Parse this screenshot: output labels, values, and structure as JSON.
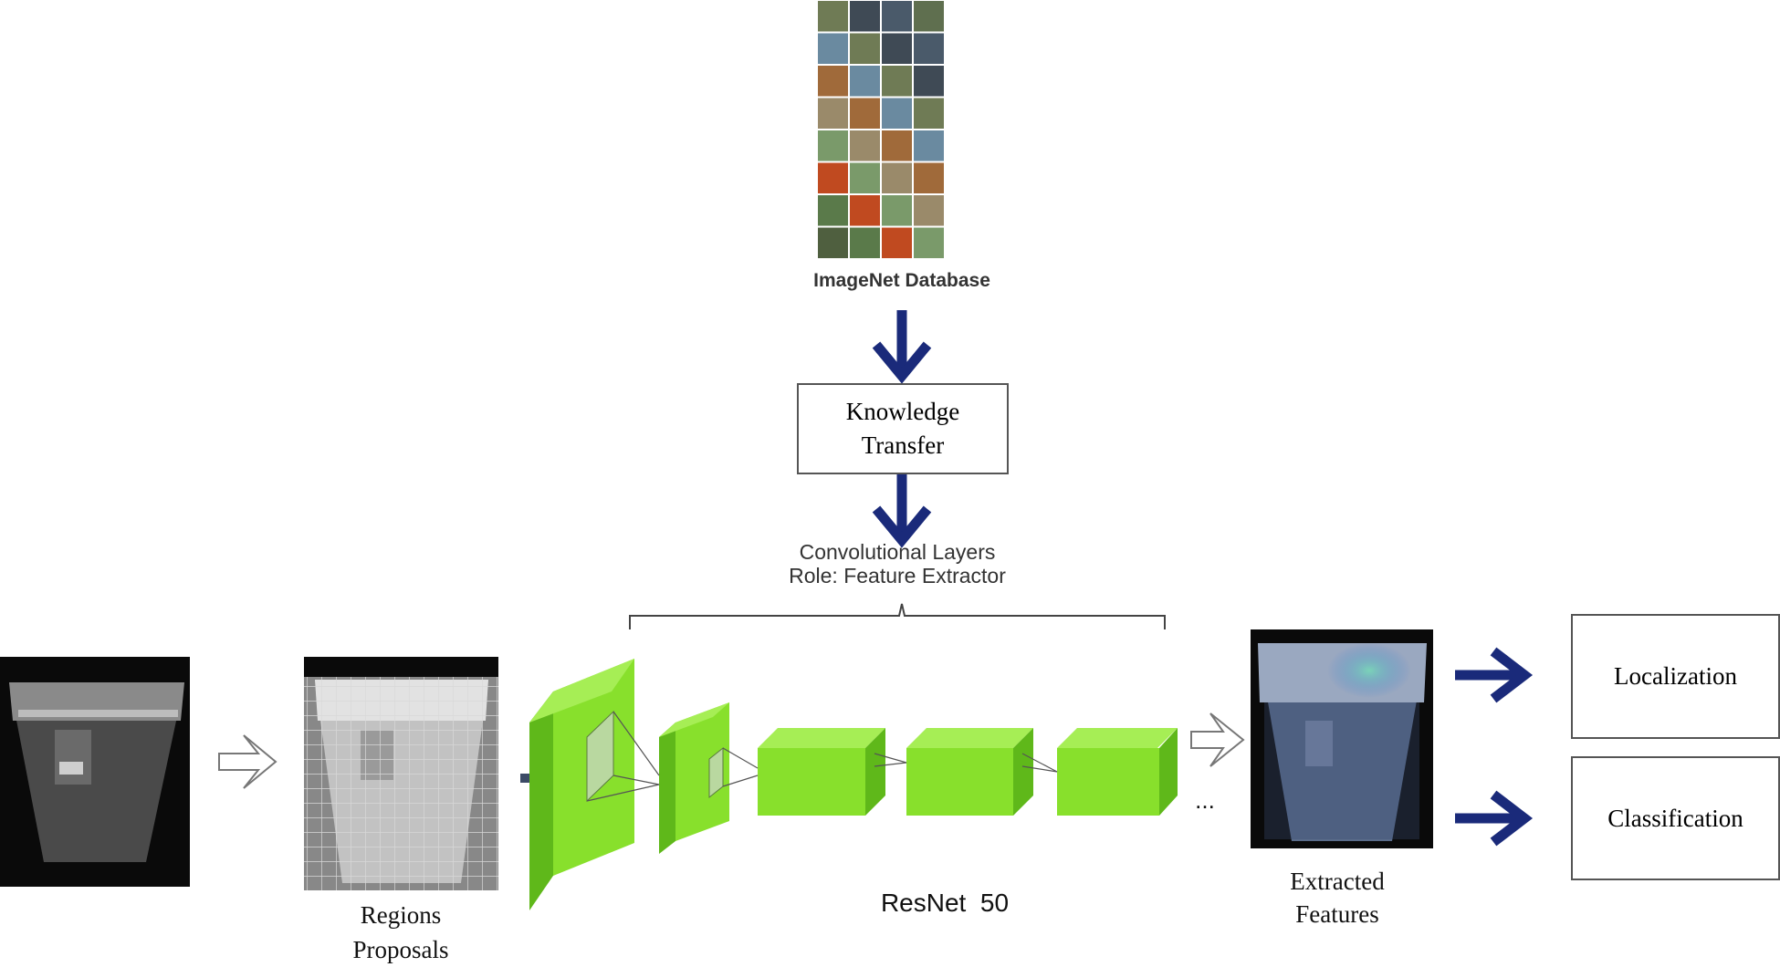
{
  "database": {
    "label": "ImageNet Database"
  },
  "transfer": {
    "line1": "Knowledge",
    "line2": "Transfer"
  },
  "conv": {
    "line1": "Convolutional Layers",
    "line2": "Role: Feature Extractor"
  },
  "regions": {
    "line1": "Regions",
    "line2": "Proposals"
  },
  "network": {
    "label": "ResNet  50"
  },
  "features": {
    "line1": "Extracted",
    "line2": "Features"
  },
  "outputs": {
    "localization": "Localization",
    "classification": "Classification"
  },
  "ellipsis": "...",
  "colors": {
    "arrow_blue": "#1a2a7a",
    "layer_green": "#88e02c",
    "box_border": "#555555"
  }
}
